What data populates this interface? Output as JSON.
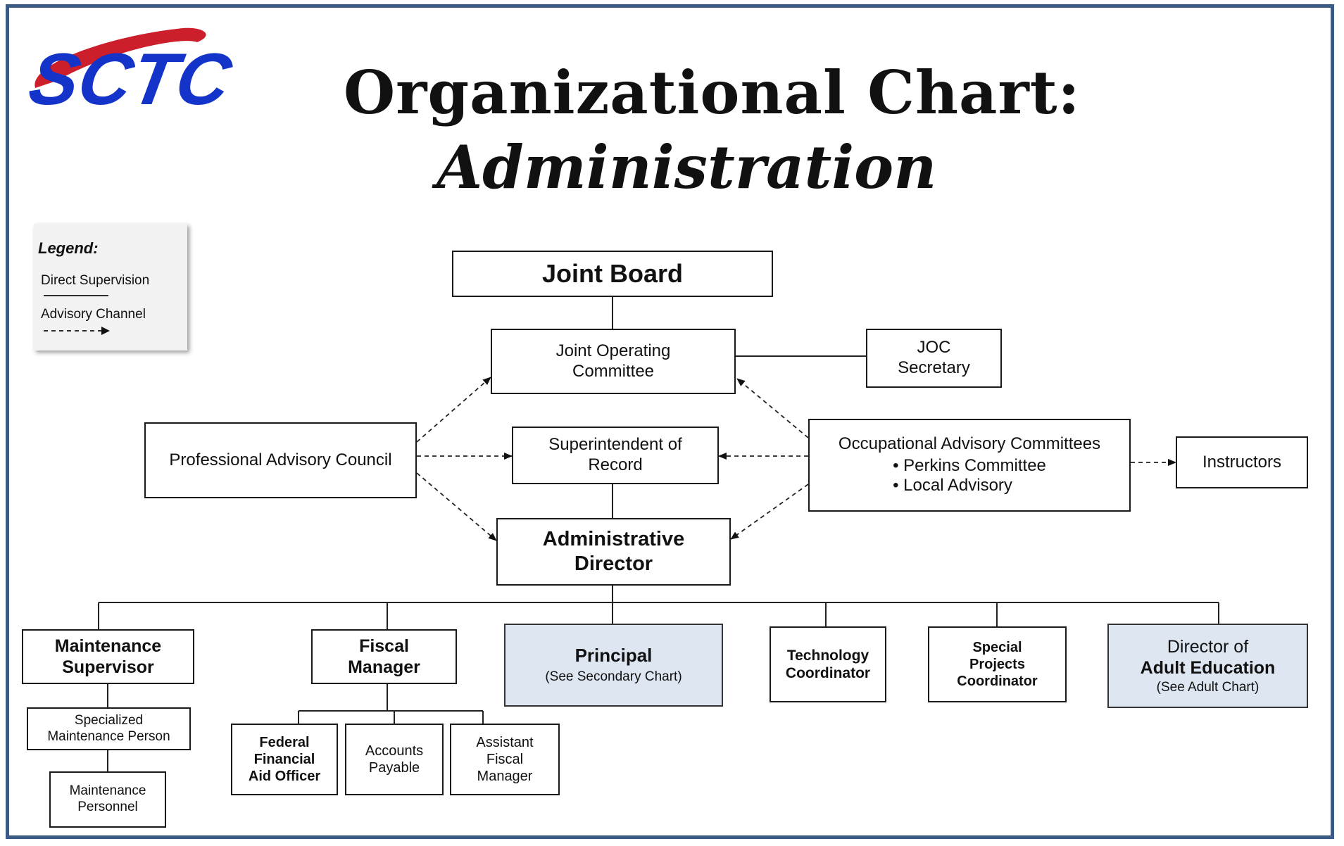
{
  "logo": {
    "text": "SCTC"
  },
  "title": {
    "line1": "Organizational Chart:",
    "line2": "Administration"
  },
  "legend": {
    "title": "Legend:",
    "direct": "Direct Supervision",
    "advisory": "Advisory Channel"
  },
  "boxes": {
    "joint_board": "Joint Board",
    "joc": {
      "line1": "Joint Operating",
      "line2": "Committee"
    },
    "joc_secretary": {
      "line1": "JOC",
      "line2": "Secretary"
    },
    "professional_advisory": "Professional Advisory Council",
    "superintendent": {
      "line1": "Superintendent of",
      "line2": "Record"
    },
    "occupational": {
      "line1": "Occupational Advisory Committees",
      "bullet1": "Perkins Committee",
      "bullet2": "Local Advisory"
    },
    "instructors": "Instructors",
    "admin_director": {
      "line1": "Administrative",
      "line2": "Director"
    },
    "maintenance_supervisor": {
      "line1": "Maintenance",
      "line2": "Supervisor"
    },
    "specialized_maintenance": {
      "line1": "Specialized",
      "line2": "Maintenance Person"
    },
    "maintenance_personnel": {
      "line1": "Maintenance",
      "line2": "Personnel"
    },
    "fiscal_manager": {
      "line1": "Fiscal",
      "line2": "Manager"
    },
    "federal_aid": {
      "line1": "Federal",
      "line2": "Financial",
      "line3": "Aid Officer"
    },
    "accounts_payable": {
      "line1": "Accounts",
      "line2": "Payable"
    },
    "assistant_fiscal": {
      "line1": "Assistant",
      "line2": "Fiscal",
      "line3": "Manager"
    },
    "principal": {
      "title": "Principal",
      "note": "(See Secondary Chart)"
    },
    "technology": {
      "line1": "Technology",
      "line2": "Coordinator"
    },
    "special_projects": {
      "line1": "Special",
      "line2": "Projects",
      "line3": "Coordinator"
    },
    "adult_ed": {
      "line1": "Director of",
      "line2": "Adult Education",
      "note": "(See Adult Chart)"
    }
  },
  "colors": {
    "frame": "#3b5a86",
    "highlight_fill": "#dde6f1",
    "logo_blue": "#1433c9",
    "logo_red": "#cc1e2b"
  }
}
